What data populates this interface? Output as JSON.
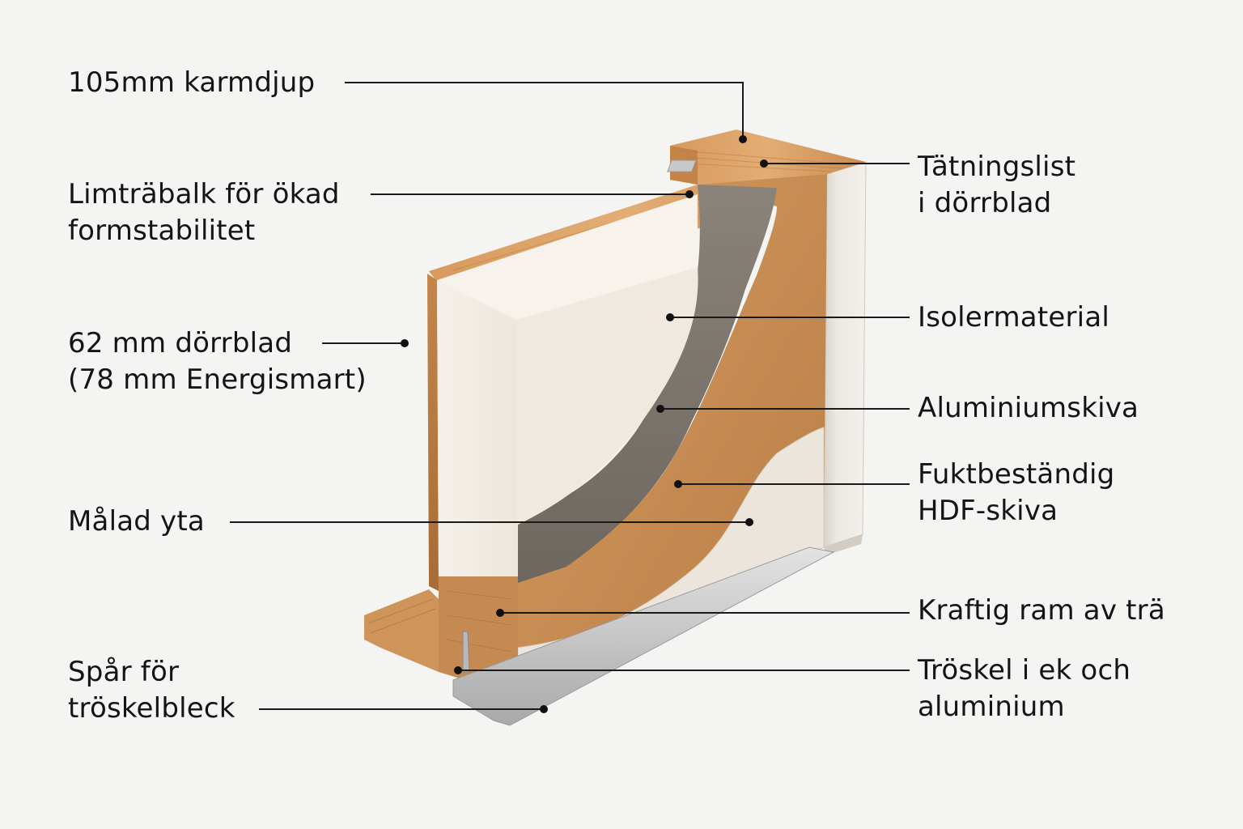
{
  "labels": {
    "frame_depth": [
      "105mm karmdjup"
    ],
    "glulam_beam": [
      "Limträbalk för ökad",
      "formstabilitet"
    ],
    "door_leaf": [
      "62 mm dörrblad",
      "(78 mm Energismart)"
    ],
    "painted_surface": [
      "Målad yta"
    ],
    "threshold_groove": [
      "Spår för",
      "tröskelbleck"
    ],
    "sealing_strip": [
      "Tätningslist",
      "i dörrblad"
    ],
    "insulation": [
      "Isolermaterial"
    ],
    "aluminium_sheet": [
      "Aluminiumskiva"
    ],
    "hdf_board": [
      "Fuktbeständig",
      "HDF-skiva"
    ],
    "wood_frame": [
      "Kraftig ram av trä"
    ],
    "threshold": [
      "Tröskel i ek och",
      "aluminium"
    ]
  },
  "colors": {
    "background": "#f4f4f3",
    "text": "#141414",
    "leader_line": "#1a1a1a",
    "wood_light": "#d9a36c",
    "wood_dark": "#b9783f",
    "insulation": "#f1ece3",
    "aluminium": "#7b746b",
    "hdf": "#c98f55",
    "painted_panel": "#e9e3d9",
    "frame_side": "#e6e2dc",
    "threshold_metal": "#c9c9c9"
  }
}
